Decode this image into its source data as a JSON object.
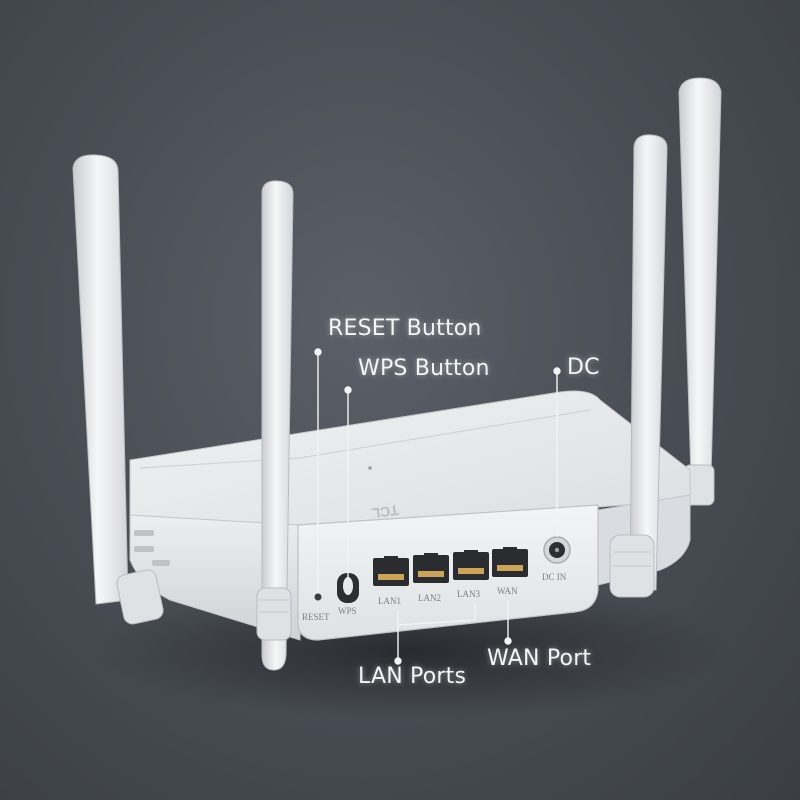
{
  "callouts": {
    "reset": "RESET Button",
    "wps": "WPS Button",
    "dc": "DC",
    "lan": "LAN Ports",
    "wan": "WAN Port"
  },
  "panel_labels": {
    "reset": "RESET",
    "wps": "WPS",
    "lan1": "LAN1",
    "lan2": "LAN2",
    "lan3": "LAN3",
    "wan": "WAN",
    "dc_in": "DC  IN"
  },
  "brand": "TCL",
  "colors": {
    "background": "#474c53",
    "router_body": "#e9eaec",
    "callout_text": "#f4f5f7",
    "port_dark": "#2a2c2f",
    "port_gold": "#c9a45a"
  }
}
